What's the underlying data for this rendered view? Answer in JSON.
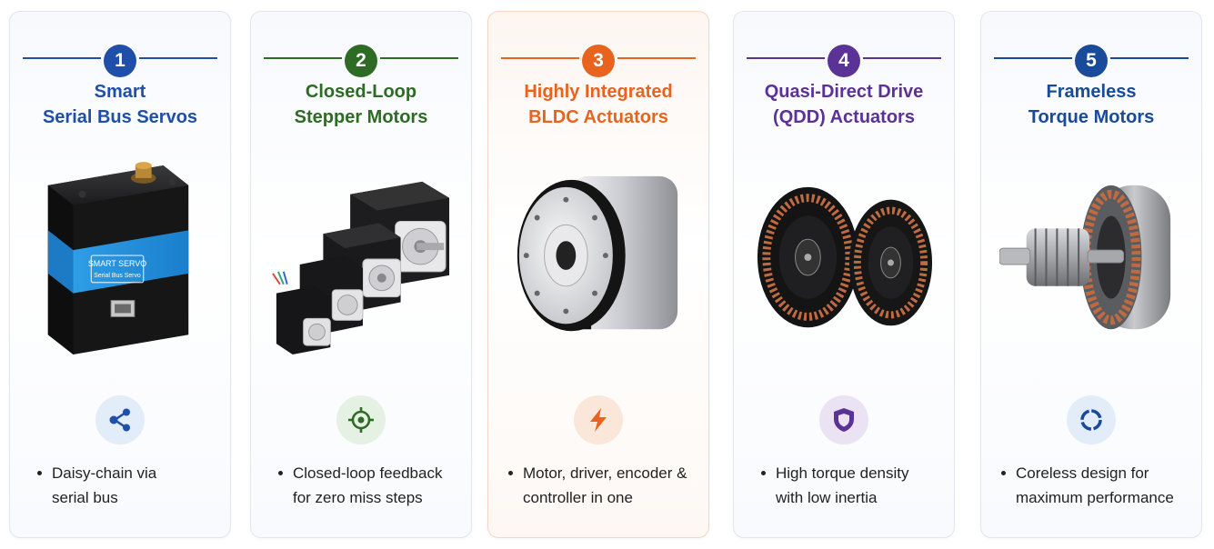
{
  "cards": [
    {
      "number": "1",
      "title_line1": "Smart",
      "title_line2": "Serial Bus Servos",
      "bullet_line1": "Daisy-chain via",
      "bullet_line2": "serial bus",
      "accent_color": "#1f4fa8",
      "icon_bg": "#e3ecf9",
      "icon": "share-network-icon",
      "label_line1": "SMART SERVO",
      "label_line2": "Serial Bus Servo"
    },
    {
      "number": "2",
      "title_line1": "Closed-Loop",
      "title_line2": "Stepper Motors",
      "bullet_line1": "Closed-loop feedback",
      "bullet_line2": "for zero miss steps",
      "accent_color": "#2e6b25",
      "icon_bg": "#e5f1e2",
      "icon": "target-icon"
    },
    {
      "number": "3",
      "title_line1": "Highly Integrated",
      "title_line2": "BLDC Actuators",
      "bullet_line1": "Motor, driver, encoder &",
      "bullet_line2": "controller in one",
      "accent_color": "#e8641e",
      "icon_bg": "#fbe6da",
      "icon": "lightning-bolt-icon"
    },
    {
      "number": "4",
      "title_line1": "Quasi-Direct Drive",
      "title_line2": "(QDD) Actuators",
      "bullet_line1": "High torque density",
      "bullet_line2": "with low inertia",
      "accent_color": "#5b3296",
      "icon_bg": "#ebe3f4",
      "icon": "shield-icon"
    },
    {
      "number": "5",
      "title_line1": "Frameless",
      "title_line2": "Torque Motors",
      "bullet_line1": "Coreless design for",
      "bullet_line2": "maximum performance",
      "accent_color": "#1a4a9a",
      "icon_bg": "#e3ecf9",
      "icon": "ring-icon"
    }
  ]
}
